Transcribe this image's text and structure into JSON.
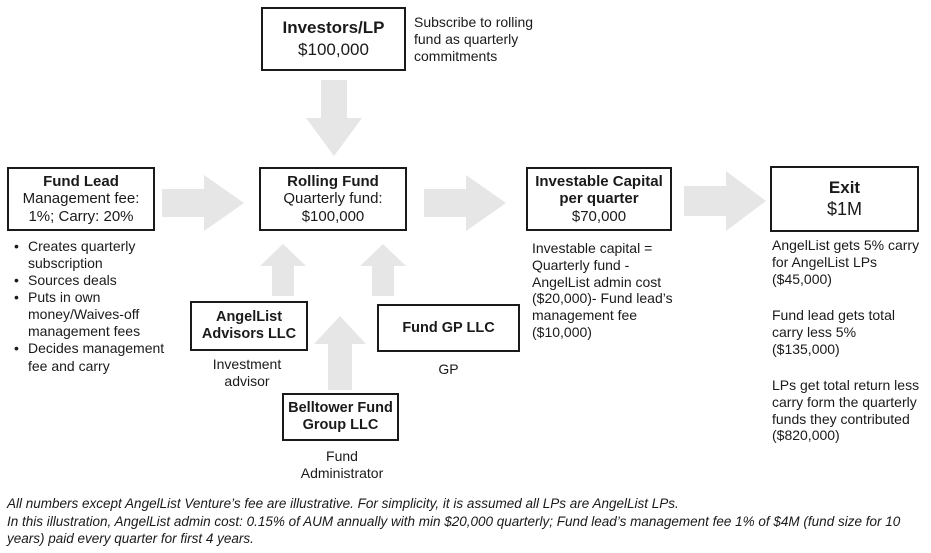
{
  "investors": {
    "title": "Investors/LP",
    "amount": "$100,000",
    "note": "Subscribe to rolling fund as quarterly commitments"
  },
  "fund_lead": {
    "title": "Fund Lead",
    "line1": "Management fee:",
    "line2": "1%; Carry: 20%",
    "bullets": [
      "Creates quarterly subscription",
      "Sources deals",
      "Puts in own money/Waives-off management fees",
      "Decides management fee and carry"
    ]
  },
  "rolling_fund": {
    "title": "Rolling Fund",
    "line1": "Quarterly fund:",
    "line2": "$100,000"
  },
  "investable": {
    "title1": "Investable Capital",
    "title2": "per quarter",
    "amount": "$70,000",
    "note": "Investable capital = Quarterly fund - AngelList admin cost ($20,000)- Fund lead’s management fee ($10,000)"
  },
  "exit": {
    "title": "Exit",
    "amount": "$1M",
    "note1": "AngelList gets 5% carry for AngelList LPs ($45,000)",
    "note2": "Fund lead gets total carry less 5% ($135,000)",
    "note3": "LPs get total return less carry form the quarterly funds they contributed ($820,000)"
  },
  "angellist_advisors": {
    "title1": "AngelList",
    "title2": "Advisors LLC",
    "role": "Investment advisor"
  },
  "fund_gp": {
    "title": "Fund GP LLC",
    "role": "GP"
  },
  "belltower": {
    "title1": "Belltower Fund",
    "title2": "Group LLC",
    "role": "Fund Administrator"
  },
  "footer": {
    "line1": "All numbers except AngelList Venture’s fee are illustrative. For simplicity, it is assumed all LPs are AngelList LPs.",
    "line2": "In this illustration, AngelList admin cost: 0.15% of AUM annually with min $20,000 quarterly; Fund lead’s management fee 1% of $4M (fund size for 10 years) paid every quarter for first 4 years."
  },
  "colors": {
    "arrow": "#e6e6e6",
    "border": "#1a1a1a",
    "text": "#1a1a1a"
  }
}
